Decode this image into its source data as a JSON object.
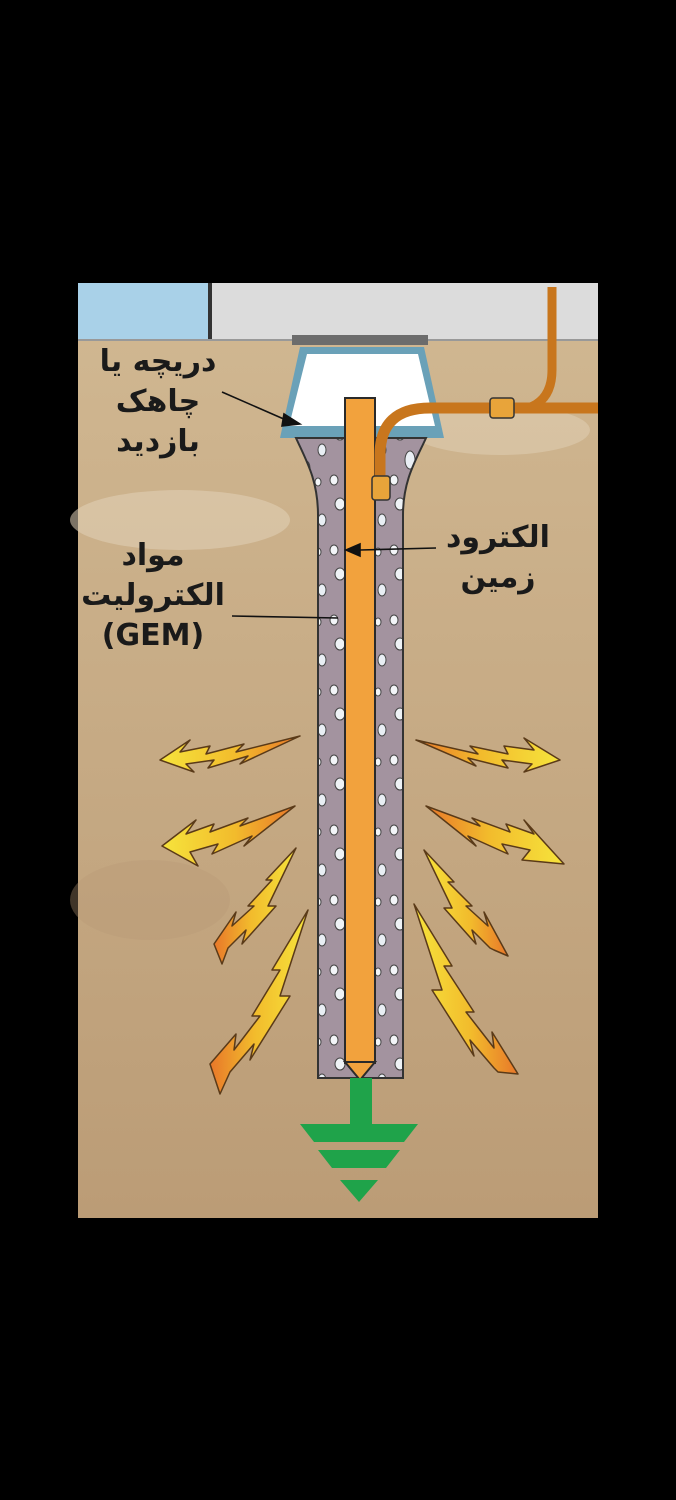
{
  "labels": {
    "hatch": {
      "line1": "دریچه یا",
      "line2": "چاهک",
      "line3": "بازدید"
    },
    "electrode": {
      "line1": "الکترود",
      "line2": "زمین"
    },
    "gem": {
      "line1": "مواد",
      "line2": "الکترولیت",
      "line3": "(GEM)"
    }
  },
  "colors": {
    "soil": "#c7ab87",
    "sky": "#a9d1e8",
    "electrode": "#f2a23d",
    "backfill": "#9d8e9b",
    "ground_symbol": "#1fa34a",
    "pit_frame": "#6aa1b8",
    "cable": "#c8761d",
    "bolt_yellow": "#f3d63a",
    "bolt_orange": "#e7782b"
  }
}
